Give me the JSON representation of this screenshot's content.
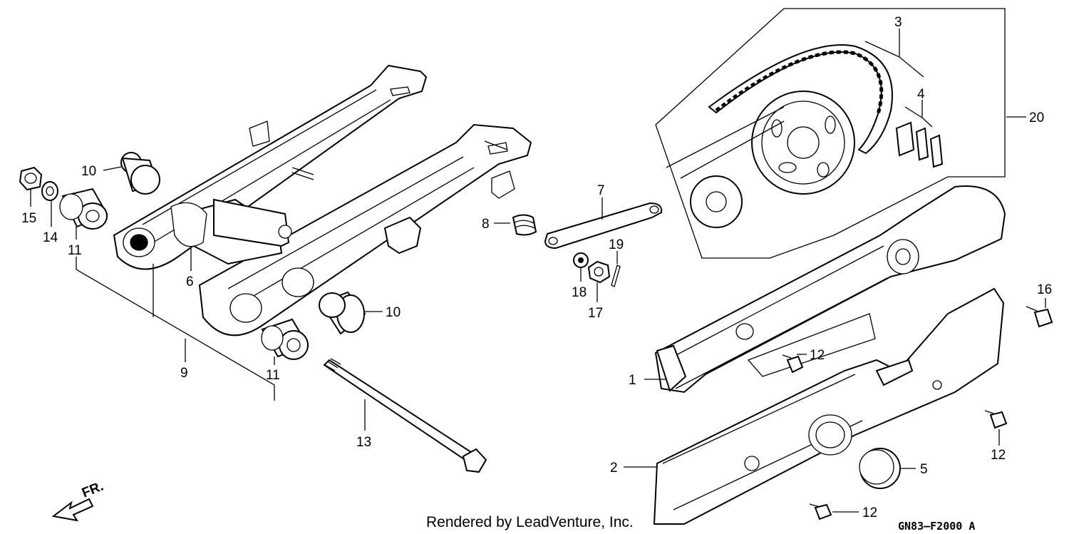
{
  "callouts": [
    {
      "id": "c1",
      "label": "1"
    },
    {
      "id": "c2",
      "label": "2"
    },
    {
      "id": "c3",
      "label": "3"
    },
    {
      "id": "c4",
      "label": "4"
    },
    {
      "id": "c5",
      "label": "5"
    },
    {
      "id": "c6",
      "label": "6"
    },
    {
      "id": "c7",
      "label": "7"
    },
    {
      "id": "c8",
      "label": "8"
    },
    {
      "id": "c9",
      "label": "9"
    },
    {
      "id": "c10a",
      "label": "10"
    },
    {
      "id": "c10b",
      "label": "10"
    },
    {
      "id": "c11a",
      "label": "11"
    },
    {
      "id": "c11b",
      "label": "11"
    },
    {
      "id": "c12a",
      "label": "12"
    },
    {
      "id": "c12b",
      "label": "12"
    },
    {
      "id": "c12c",
      "label": "12"
    },
    {
      "id": "c13",
      "label": "13"
    },
    {
      "id": "c14",
      "label": "14"
    },
    {
      "id": "c15",
      "label": "15"
    },
    {
      "id": "c16",
      "label": "16"
    },
    {
      "id": "c17",
      "label": "17"
    },
    {
      "id": "c18",
      "label": "18"
    },
    {
      "id": "c19",
      "label": "19"
    },
    {
      "id": "c20",
      "label": "20"
    }
  ],
  "direction_label": "FR.",
  "credit": "Rendered by LeadVenture, Inc.",
  "diagram_code": "GN83–F2000 A"
}
